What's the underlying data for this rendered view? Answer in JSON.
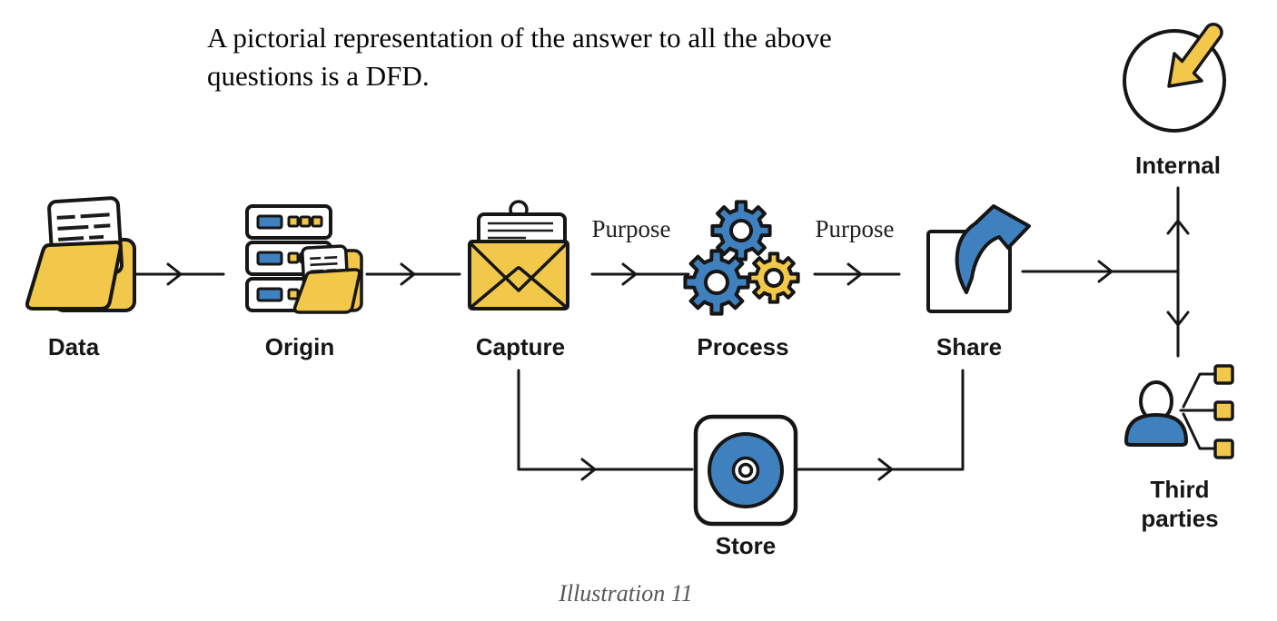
{
  "colors": {
    "yellow": "#F2C84B",
    "blue": "#3F80BE",
    "ink": "#161616",
    "caption_gray": "#575757"
  },
  "intro": {
    "line1": "A pictorial representation of the answer to all the above",
    "line2": "questions is a DFD."
  },
  "nodes": {
    "data": {
      "label": "Data",
      "icon": "open-folder-document-icon"
    },
    "origin": {
      "label": "Origin",
      "icon": "server-stack-folder-icon"
    },
    "capture": {
      "label": "Capture",
      "icon": "open-envelope-letter-icon"
    },
    "process": {
      "label": "Process",
      "icon": "gears-icon"
    },
    "share": {
      "label": "Share",
      "icon": "box-curved-arrow-icon"
    },
    "store": {
      "label": "Store",
      "icon": "disc-icon"
    },
    "internal": {
      "label": "Internal",
      "icon": "circle-inward-arrow-icon"
    },
    "third_parties": {
      "label_line1": "Third",
      "label_line2": "parties",
      "icon": "person-network-icon"
    }
  },
  "edge_labels": {
    "capture_process": "Purpose",
    "process_share": "Purpose"
  },
  "edges": [
    {
      "from": "Data",
      "to": "Origin"
    },
    {
      "from": "Origin",
      "to": "Capture"
    },
    {
      "from": "Capture",
      "to": "Process",
      "label": "Purpose"
    },
    {
      "from": "Process",
      "to": "Share",
      "label": "Purpose"
    },
    {
      "from": "Share",
      "to": "Internal"
    },
    {
      "from": "Share",
      "to": "Third parties"
    },
    {
      "from": "Capture",
      "to": "Store"
    },
    {
      "from": "Store",
      "to": "Share"
    }
  ],
  "caption": "Illustration 11"
}
